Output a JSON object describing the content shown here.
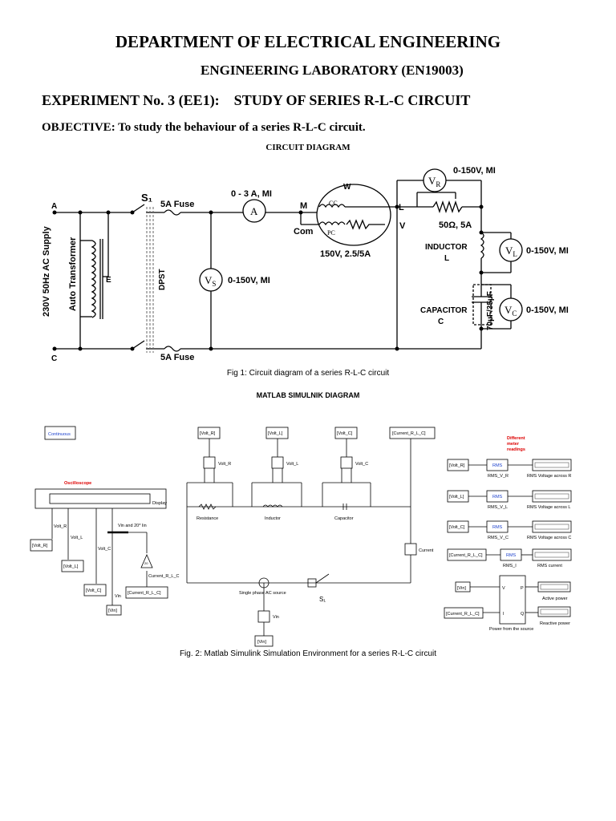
{
  "header": {
    "department": "DEPARTMENT OF ELECTRICAL ENGINEERING",
    "lab": "ENGINEERING LABORATORY (EN19003)",
    "experiment": "EXPERIMENT No. 3 (EE1):    STUDY OF SERIES R-L-C CIRCUIT",
    "objective": "OBJECTIVE: To study the behaviour of a series R-L-C circuit."
  },
  "circuit": {
    "section_title": "CIRCUIT DIAGRAM",
    "node_a": "A",
    "node_c": "C",
    "supply": "230V 50Hz AC Supply",
    "autotransformer": "Auto Transformer",
    "node_e": "E",
    "switch": "S₁",
    "dpst": "DPST",
    "fuse_top": "5A Fuse",
    "fuse_bottom": "5A Fuse",
    "ammeter": "0 - 3 A, MI",
    "ammeter_symbol": "A",
    "vs_reading": "0-150V, MI",
    "node_m": "M",
    "node_com": "Com",
    "wattmeter_w": "W",
    "wattmeter_cc": "CC",
    "wattmeter_pc": "PC",
    "wattmeter_rating": "150V, 2.5/5A",
    "node_l": "L",
    "node_v": "V",
    "vr_reading": "0-150V, MI",
    "resistor": "50Ω, 5A",
    "inductor_label": "INDUCTOR",
    "inductor_sub": "L",
    "vl_reading": "0-150V, MI",
    "capacitor_label": "CAPACITOR",
    "capacitor_sub": "C",
    "capacitor_value": "70µF/35µF",
    "vc_reading": "0-150V, MI",
    "caption": "Fig 1: Circuit diagram of a series R-L-C circuit"
  },
  "simulink": {
    "section_title": "MATLAB SIMULNIK DIAGRAM",
    "continuous": "Continuous",
    "oscilloscope": "Oscilloscope",
    "display": "Display",
    "volt_r": "[Volt_R]",
    "volt_l": "[Volt_L]",
    "volt_c": "[Volt_C]",
    "current": "[Current_R_L_C]",
    "vin": "[Vin]",
    "vin_20": "Vin and 20* Iin",
    "wire_volt_r": "Volt_R",
    "wire_volt_l": "Volt_L",
    "wire_volt_c": "Volt_C",
    "wire_vin": "Vin",
    "wire_current": "Current_R_L_C",
    "gain": "20",
    "resistance": "Resistance",
    "inductor": "Inductor",
    "capacitor": "Capacitor",
    "current_label": "Current",
    "source": "Single phase AC source",
    "s1": "S₁",
    "vin_label": "Vin",
    "different": "Different",
    "meter": "meter",
    "readings": "readings",
    "rms": "RMS",
    "rms_vr": "RMS_V_R",
    "rms_vl": "RMS_V_L",
    "rms_vc": "RMS_V_C",
    "rms_i": "RMS_I",
    "rms_v_r": "RMS Voltage across R",
    "rms_v_l": "RMS Voltage across L",
    "rms_v_c": "RMS Voltage across C",
    "rms_current": "RMS current",
    "power_v": "V",
    "power_i": "I",
    "power_p": "P",
    "power_q": "Q",
    "active_power": "Active power",
    "reactive_power": "Reactive power",
    "power_block": "Power from the source",
    "caption": "Fig. 2: Matlab Simulink Simulation Environment for a series R-L-C circuit"
  }
}
